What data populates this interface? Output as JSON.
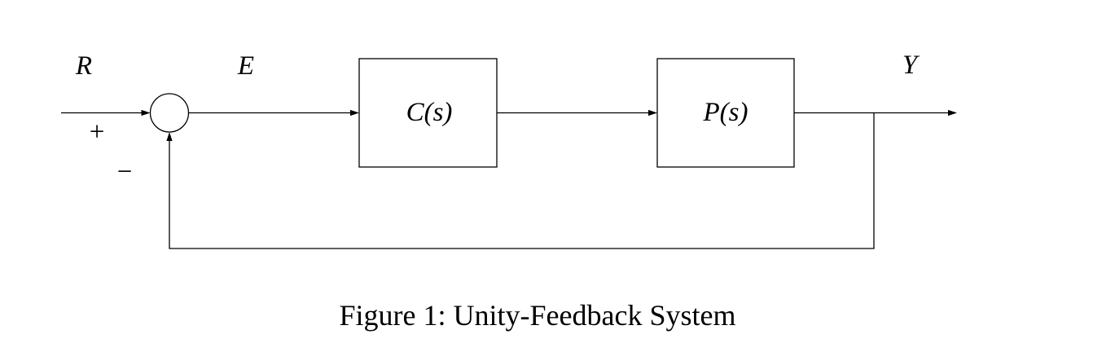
{
  "figure": {
    "caption": "Figure 1: Unity-Feedback System"
  },
  "diagram": {
    "signals": {
      "input": "R",
      "error": "E",
      "output": "Y"
    },
    "summing_junction": {
      "positive_sign": "+",
      "negative_sign": "−"
    },
    "blocks": {
      "controller": {
        "label": "C(s)"
      },
      "plant": {
        "label": "P(s)"
      }
    },
    "colors": {
      "line": "#000000",
      "background": "#ffffff"
    }
  }
}
